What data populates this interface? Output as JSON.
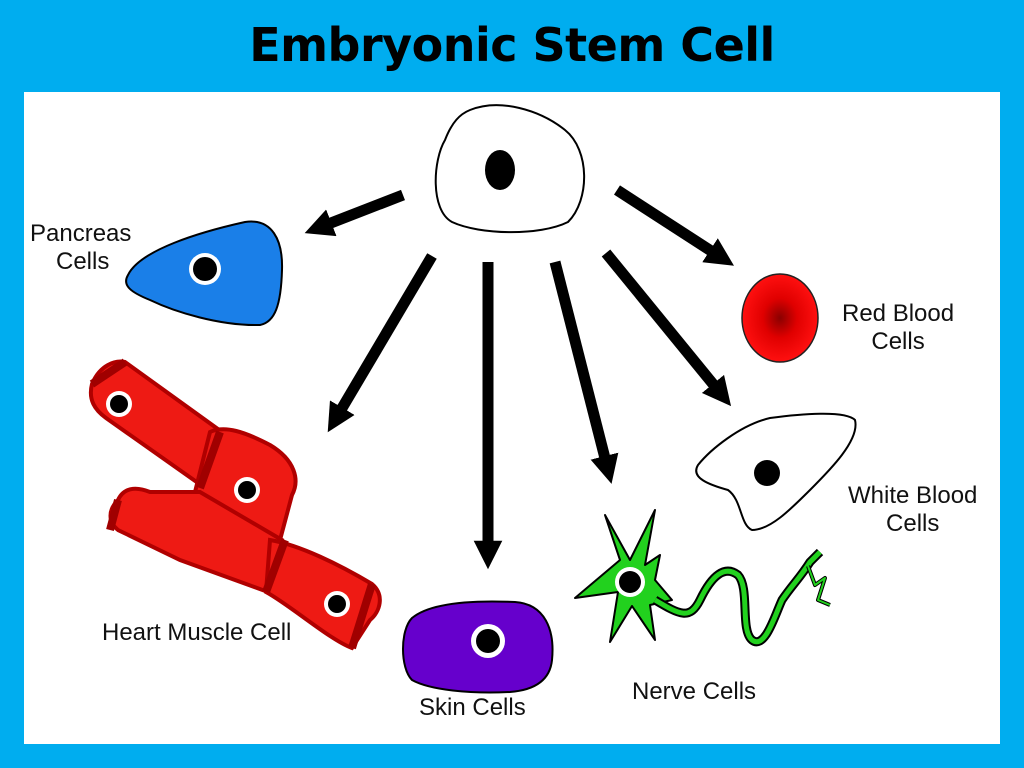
{
  "slide": {
    "title": "Embryonic Stem Cell"
  },
  "labels": {
    "pancreas": [
      "Pancreas",
      "Cells"
    ],
    "red_blood": [
      "Red Blood",
      "Cells"
    ],
    "white_blood": [
      "White Blood",
      "Cells"
    ],
    "heart": "Heart Muscle Cell",
    "skin": "Skin Cells",
    "nerve": "Nerve Cells"
  },
  "colors": {
    "background": "#00adef",
    "pancreas": "#1a7fe8",
    "red_blood": "#e00000",
    "heart": "#ee1a14",
    "skin": "#6600cc",
    "nerve": "#22d11e"
  }
}
